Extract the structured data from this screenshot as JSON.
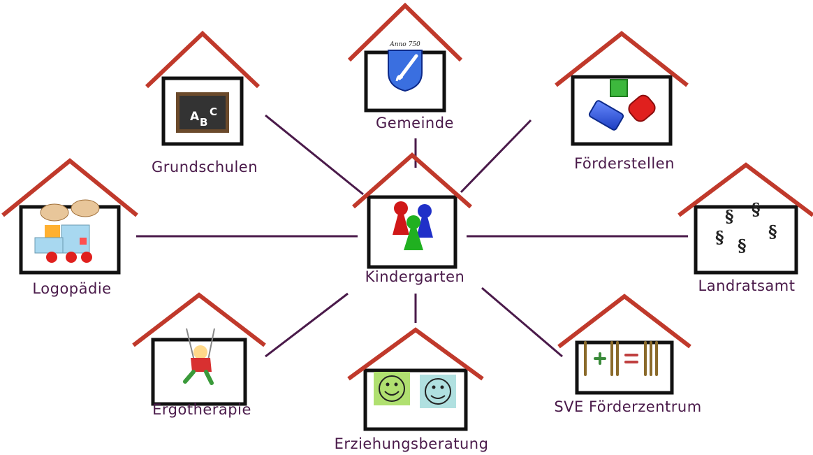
{
  "center": {
    "label": "Kindergarten",
    "icon": "game-figures-icon"
  },
  "partners": [
    {
      "id": "gemeinde",
      "label": "Gemeinde",
      "icon": "coat-of-arms-icon",
      "emblem_text": "Anno 750"
    },
    {
      "id": "grundschulen",
      "label": "Grundschulen",
      "icon": "chalkboard-abc-icon",
      "board_text": "ABC"
    },
    {
      "id": "foerderstellen",
      "label": "Förderstellen",
      "icon": "building-blocks-icon"
    },
    {
      "id": "logopaedie",
      "label": "Logopädie",
      "icon": "toy-train-speech-icon"
    },
    {
      "id": "landratsamt",
      "label": "Landratsamt",
      "icon": "paragraph-signs-icon"
    },
    {
      "id": "ergotherapie",
      "label": "Ergotherapie",
      "icon": "child-on-swing-icon"
    },
    {
      "id": "erziehungsberatung",
      "label": "Erziehungsberatung",
      "icon": "smiley-faces-icon"
    },
    {
      "id": "sve",
      "label": "SVE Förderzentrum",
      "icon": "counting-sticks-icon"
    }
  ],
  "colors": {
    "roof": "#c0392b",
    "wall": "#111111",
    "connector": "#4a1a4a",
    "label": "#4a1a4a"
  }
}
